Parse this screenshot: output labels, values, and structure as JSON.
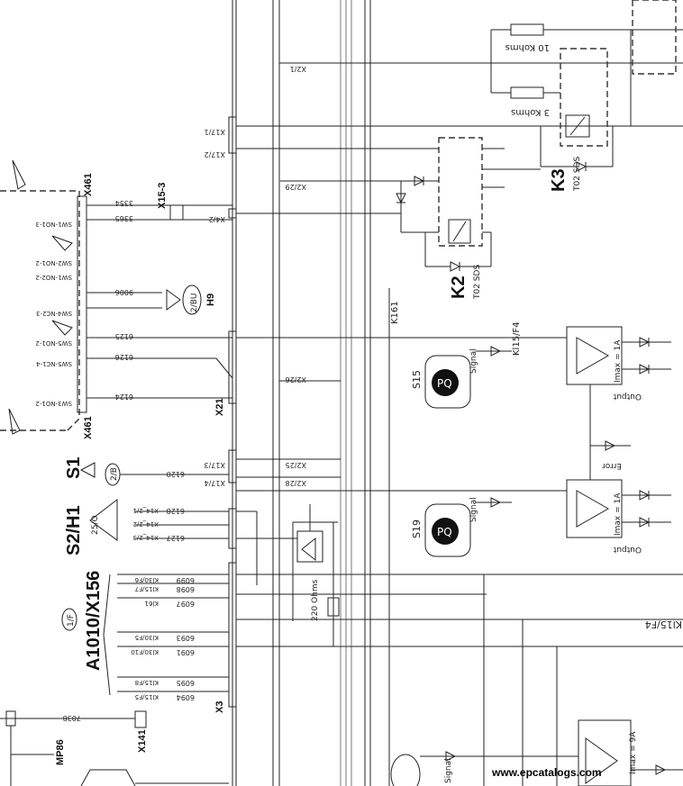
{
  "labels": {
    "x461": "X461",
    "x461_b": "X461",
    "x15_3": "X15-3",
    "h9": "H9",
    "h9_code": "2/BU",
    "x21": "X21",
    "x3": "X3",
    "s1": "S1",
    "s1_code": "2/B",
    "s2h1": "S2/H1",
    "s2h1_code": "25/O",
    "a1010": "A1010/X156",
    "a1010_code": "1/F",
    "k1": "K161",
    "k2": "K2",
    "k3": "K3",
    "k2_sds": "T02\nSDS",
    "k3_sds": "T02\nSDS",
    "x141": "X141",
    "mp86": "MP86",
    "s15": "S15",
    "s19": "S19",
    "signal": "Signal",
    "output": "Output",
    "error": "Error",
    "imax_1a": "Imax = 1A",
    "imax_9a": "Imax = 9A",
    "res_10k": "10 Kohms",
    "res_3k": "3 Kohms",
    "res_220": "220 Ohms",
    "kl15f4": "Kl15/F4",
    "kl15f4_b": "Kl15/F4",
    "watermark": "www.epcatalogs.com"
  },
  "x461_wires": [
    "3354",
    "3365",
    "9006",
    "6125",
    "6126",
    "6124"
  ],
  "x461_pins": [
    "SW1-NO1-3",
    "SW1-NO2-2",
    "SW2-NO1-2",
    "SW4-NC2-3",
    "SW5-NO1-2",
    "SW5-NC1-4",
    "SW3-NO1-2"
  ],
  "x2_terms": [
    "X2/1",
    "X17/1",
    "X17/2",
    "X2/29",
    "X4/2",
    "X2/26",
    "X2/25",
    "X2/28",
    "X17/3",
    "X17/4"
  ],
  "x3_wires": [
    "6099",
    "6098",
    "6097",
    "6093",
    "6091",
    "6095",
    "6094",
    "7038"
  ],
  "x3_nets": [
    "Kl30/F6",
    "Kl15/F7",
    "Kl61",
    "Kl30/F5",
    "Kl30/F10",
    "Kl15/F8",
    "Kl15/F5"
  ],
  "s2_wires": [
    "6128",
    "6127",
    "6120"
  ],
  "s2_nets": [
    "X14_2/1",
    "X14_2/2",
    "X14_2/3"
  ]
}
